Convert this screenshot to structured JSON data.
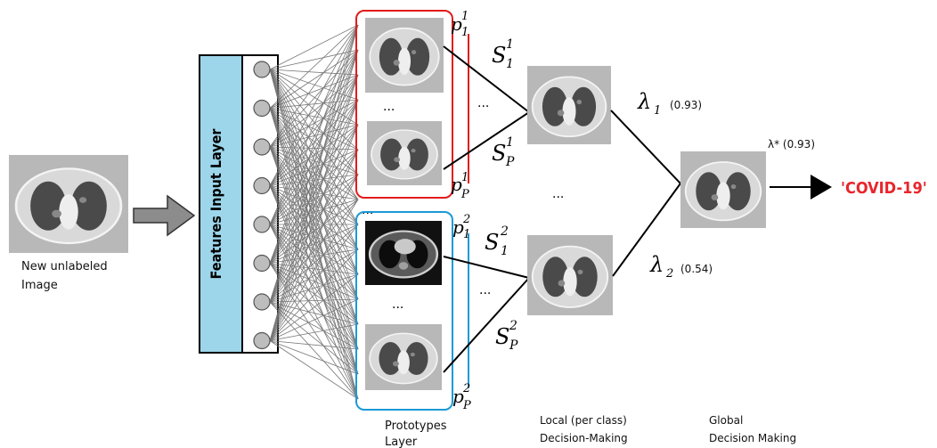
{
  "input": {
    "caption_line1": "New unlabeled",
    "caption_line2": "Image"
  },
  "features_layer": {
    "label": "Features Input Layer",
    "node_count": 8
  },
  "prototypes": {
    "class1": {
      "top_label": "p",
      "top_sup": "1",
      "top_sub": "1",
      "bottom_label": "p",
      "bottom_sup": "1",
      "bottom_sub": "P",
      "ellipsis": "..."
    },
    "class2": {
      "top_label": "p",
      "top_sup": "2",
      "top_sub": "1",
      "bottom_label": "p",
      "bottom_sup": "2",
      "bottom_sub": "P",
      "ellipsis": "..."
    },
    "caption_line1": "Prototypes",
    "caption_line2": "Layer",
    "gap_ellipsis": "..."
  },
  "similarities": {
    "s11": {
      "base": "S",
      "sup": "1",
      "sub": "1"
    },
    "s1p": {
      "base": "S",
      "sup": "1",
      "sub": "P"
    },
    "s21": {
      "base": "S",
      "sup": "2",
      "sub": "1"
    },
    "s2p": {
      "base": "S",
      "sup": "2",
      "sub": "P"
    },
    "ellipsis1": "...",
    "ellipsis2": "..."
  },
  "local": {
    "caption_line1": "Local (per class)",
    "caption_line2": "Decision-Making",
    "gap_ellipsis": "...",
    "lambda1": {
      "symbol": "λ",
      "sub": "1",
      "value": "(0.93)"
    },
    "lambda2": {
      "symbol": "λ",
      "sub": "2",
      "value": "(0.54)"
    }
  },
  "global": {
    "caption_line1": "Global",
    "caption_line2": "Decision Making",
    "lambda_star": "λ* (0.93)"
  },
  "output": {
    "label": "'COVID-19'"
  },
  "colors": {
    "class1_box": "#e31b1b",
    "class2_box": "#1a9ad6",
    "features_fill": "#9dd6ea",
    "output_text": "#e8262c"
  }
}
